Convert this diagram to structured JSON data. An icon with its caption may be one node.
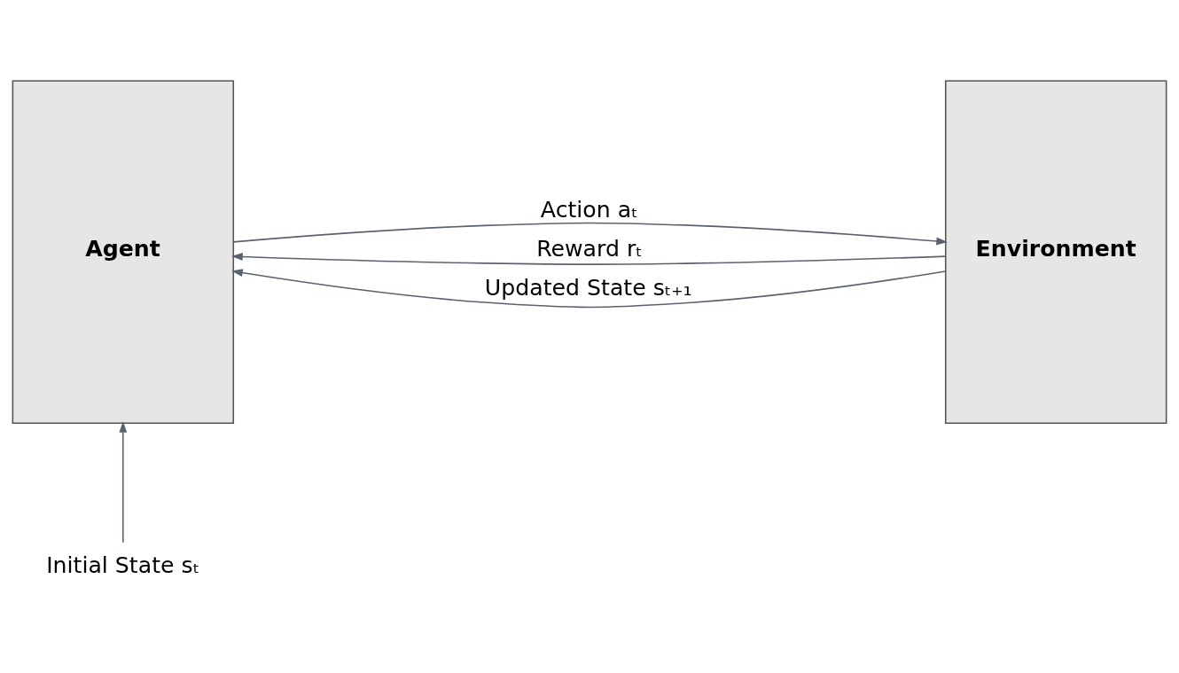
{
  "diagram": {
    "nodes": [
      {
        "text": [
          "Agent"
        ]
      },
      {
        "text": [
          "Environment"
        ]
      },
      {
        "text": [
          "Initial State sₜ"
        ]
      }
    ],
    "edges": [
      {
        "from": 0,
        "to": 1,
        "arrow": "to",
        "label": "Action aₜ"
      },
      {
        "from": 1,
        "to": 0,
        "arrow": "to",
        "label": "Reward rₜ"
      },
      {
        "from": 1,
        "to": 0,
        "arrow": "to",
        "label": "Updated State sₜ₊₁"
      },
      {
        "from": 2,
        "to": 0,
        "arrow": "to"
      }
    ]
  }
}
